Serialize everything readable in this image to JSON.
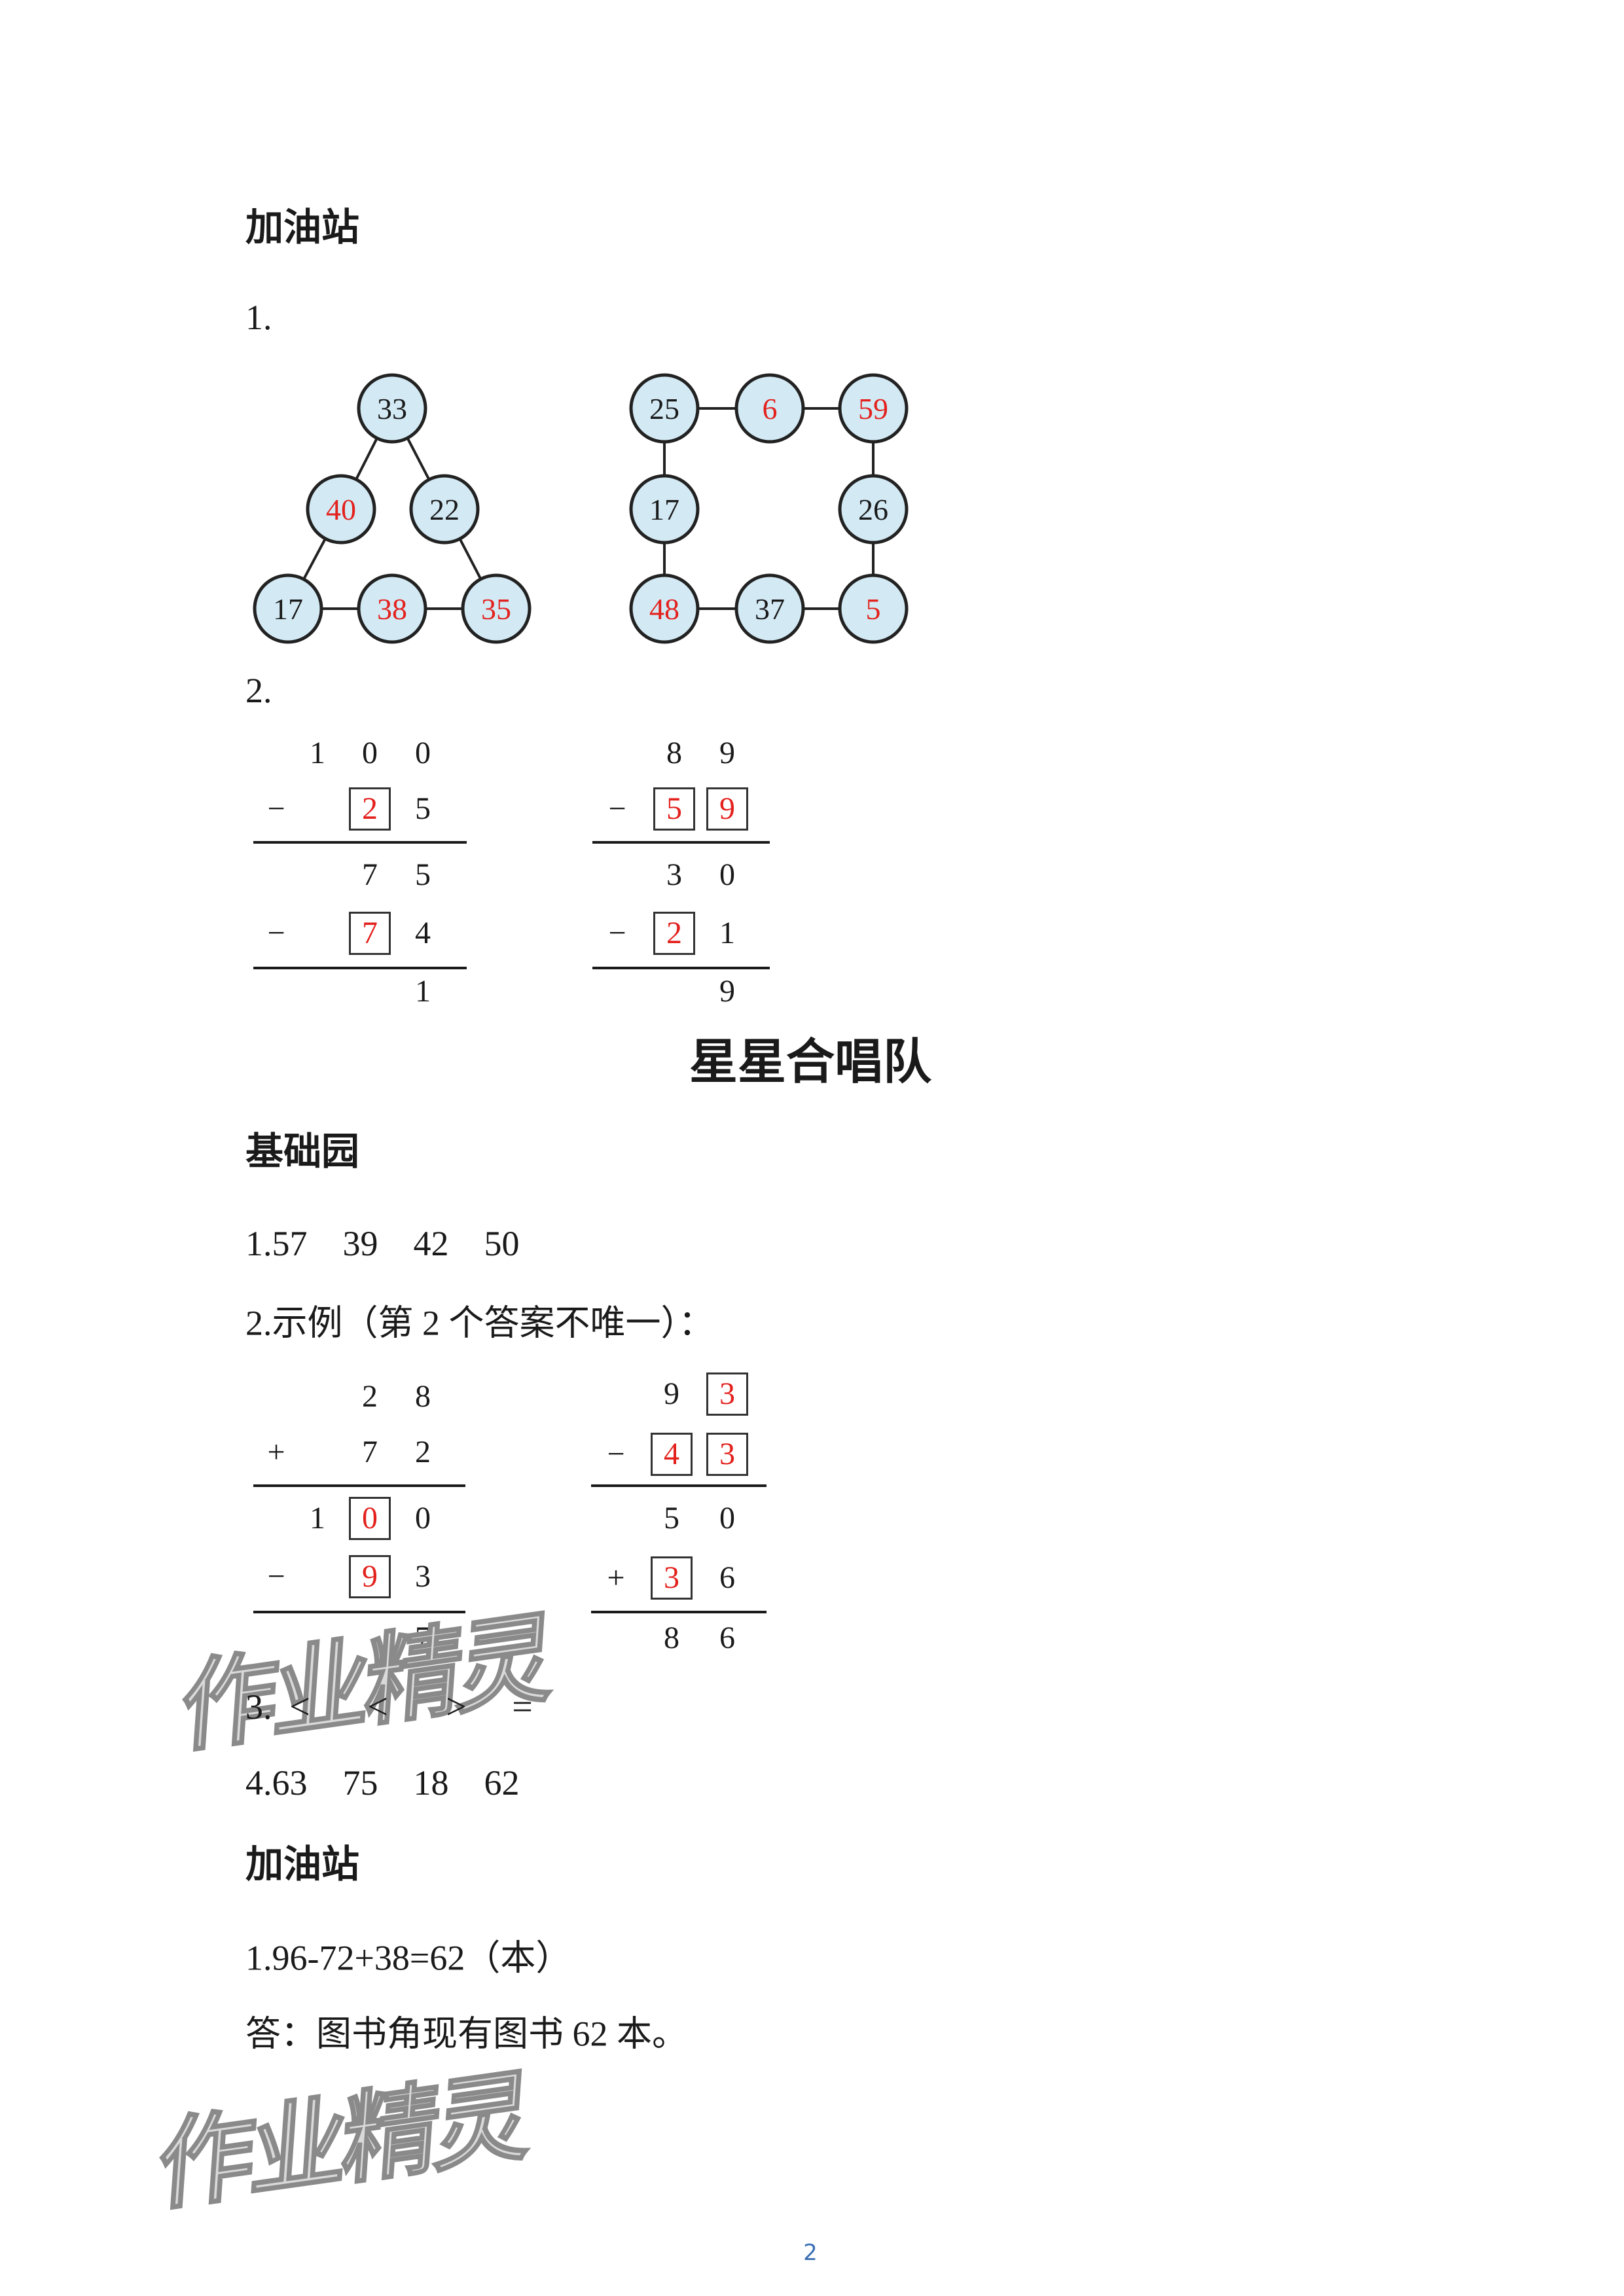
{
  "section1": {
    "heading": "加油站",
    "q1_label": "1.",
    "q2_label": "2."
  },
  "diagram_triangle": {
    "nodes": [
      {
        "v": "33",
        "answer": false
      },
      {
        "v": "40",
        "answer": true
      },
      {
        "v": "22",
        "answer": false
      },
      {
        "v": "17",
        "answer": false
      },
      {
        "v": "38",
        "answer": true
      },
      {
        "v": "35",
        "answer": true
      }
    ]
  },
  "diagram_square": {
    "nodes": [
      {
        "v": "25",
        "answer": false
      },
      {
        "v": "6",
        "answer": true
      },
      {
        "v": "59",
        "answer": true
      },
      {
        "v": "17",
        "answer": false
      },
      {
        "v": "26",
        "answer": false
      },
      {
        "v": "48",
        "answer": true
      },
      {
        "v": "37",
        "answer": false
      },
      {
        "v": "5",
        "answer": true
      }
    ]
  },
  "calcs": [
    {
      "rows": [
        {
          "op": "",
          "cells": [
            {
              "v": "1"
            },
            {
              "v": "0"
            },
            {
              "v": "0"
            }
          ]
        },
        {
          "op": "−",
          "cells": [
            {
              "v": ""
            },
            {
              "v": "2",
              "box": true
            },
            {
              "v": "5"
            }
          ]
        },
        {
          "op": "",
          "cells": [
            {
              "v": ""
            },
            {
              "v": "7"
            },
            {
              "v": "5"
            }
          ]
        },
        {
          "op": "−",
          "cells": [
            {
              "v": ""
            },
            {
              "v": "7",
              "box": true
            },
            {
              "v": "4"
            }
          ]
        },
        {
          "op": "",
          "cells": [
            {
              "v": ""
            },
            {
              "v": ""
            },
            {
              "v": "1"
            }
          ]
        }
      ]
    },
    {
      "rows": [
        {
          "op": "",
          "cells": [
            {
              "v": "8"
            },
            {
              "v": "9"
            }
          ]
        },
        {
          "op": "−",
          "cells": [
            {
              "v": "5",
              "box": true
            },
            {
              "v": "9",
              "box": true
            }
          ]
        },
        {
          "op": "",
          "cells": [
            {
              "v": "3"
            },
            {
              "v": "0"
            }
          ]
        },
        {
          "op": "−",
          "cells": [
            {
              "v": "2",
              "box": true
            },
            {
              "v": "1"
            }
          ]
        },
        {
          "op": "",
          "cells": [
            {
              "v": ""
            },
            {
              "v": "9"
            }
          ]
        }
      ]
    },
    {
      "rows": [
        {
          "op": "",
          "cells": [
            {
              "v": ""
            },
            {
              "v": "2"
            },
            {
              "v": "8"
            }
          ]
        },
        {
          "op": "+",
          "cells": [
            {
              "v": ""
            },
            {
              "v": "7"
            },
            {
              "v": "2"
            }
          ]
        },
        {
          "op": "",
          "cells": [
            {
              "v": "1"
            },
            {
              "v": "0",
              "box": true
            },
            {
              "v": "0"
            }
          ]
        },
        {
          "op": "−",
          "cells": [
            {
              "v": ""
            },
            {
              "v": "9",
              "box": true
            },
            {
              "v": "3"
            }
          ]
        },
        {
          "op": "",
          "cells": [
            {
              "v": ""
            },
            {
              "v": ""
            },
            {
              "v": "7"
            }
          ]
        }
      ]
    },
    {
      "rows": [
        {
          "op": "",
          "cells": [
            {
              "v": "9"
            },
            {
              "v": "3",
              "box": true
            }
          ]
        },
        {
          "op": "−",
          "cells": [
            {
              "v": "4",
              "box": true
            },
            {
              "v": "3",
              "box": true
            }
          ]
        },
        {
          "op": "",
          "cells": [
            {
              "v": "5"
            },
            {
              "v": "0"
            }
          ]
        },
        {
          "op": "+",
          "cells": [
            {
              "v": "3",
              "box": true
            },
            {
              "v": "6"
            }
          ]
        },
        {
          "op": "",
          "cells": [
            {
              "v": "8"
            },
            {
              "v": "6"
            }
          ]
        }
      ]
    }
  ],
  "title": "星星合唱队",
  "section2": {
    "heading": "基础园",
    "a1": "1.57    39    42    50",
    "a2": "2.示例（第 2 个答案不唯一）：",
    "a3_label": "3.",
    "a3_symbols": [
      "<",
      "<",
      ">",
      "="
    ],
    "a4": "4.63    75    18    62"
  },
  "section3": {
    "heading": "加油站",
    "a1": "1.96-72+38=62（本）",
    "answer": "答：图书角现有图书 62 本。"
  },
  "watermark": "作业精灵",
  "page_number": "2",
  "colors": {
    "answer_red": "#e3211d",
    "node_fill": "#d3eaf5",
    "page_number": "#3a6fb5"
  }
}
